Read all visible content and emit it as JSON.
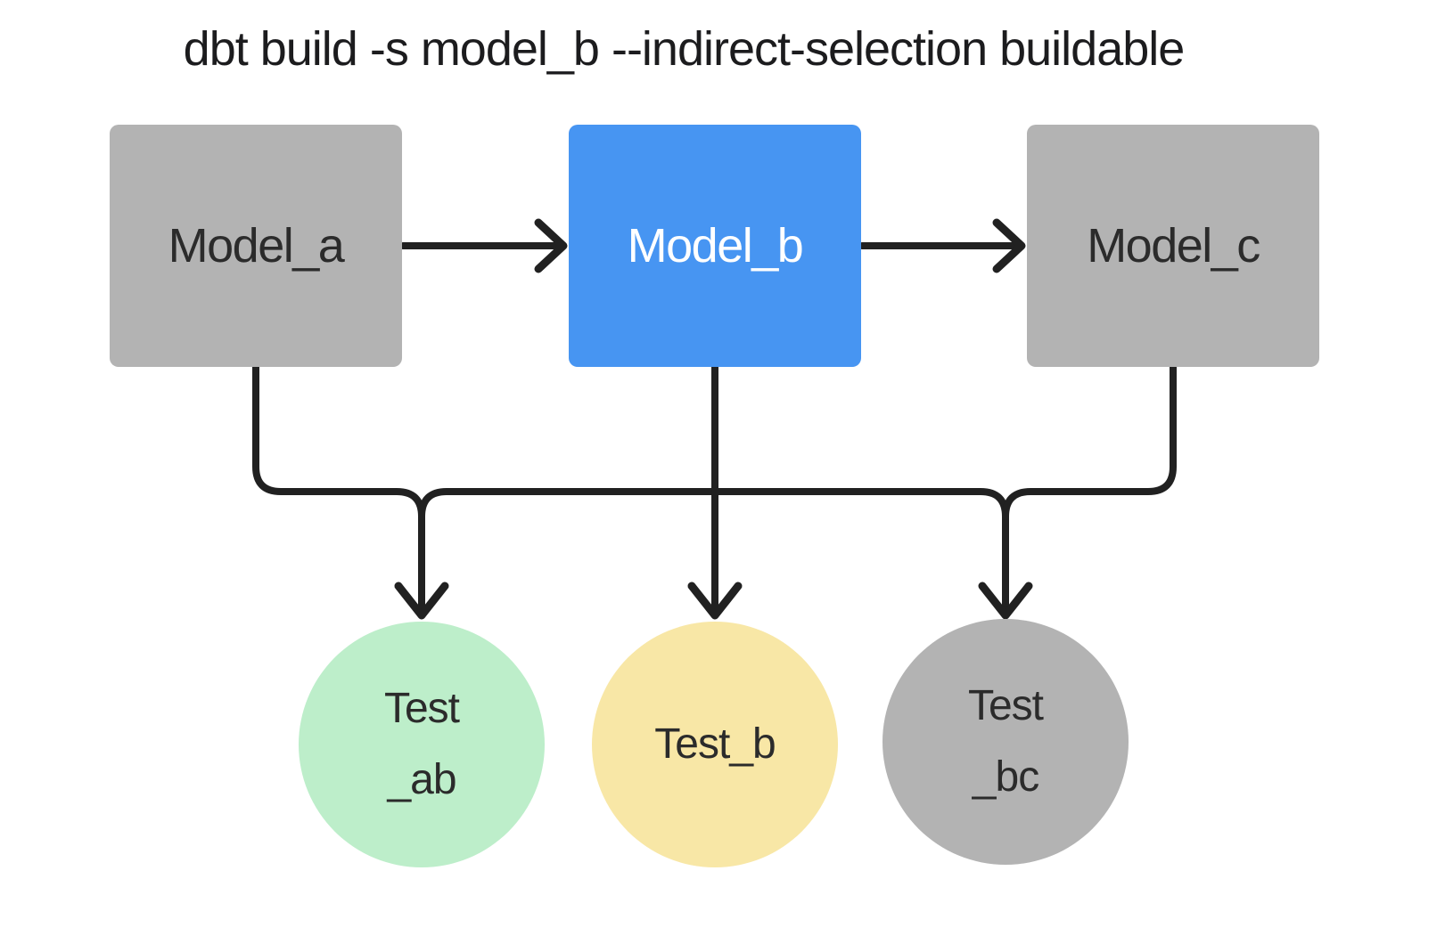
{
  "title": "dbt build -s model_b --indirect-selection buildable",
  "palette": {
    "background": "#ffffff",
    "edge": "#212121",
    "title_text": "#1c1c1e",
    "node_text_dark": "#2b2b2b",
    "node_text_light": "#ffffff",
    "model_default_fill": "#b3b3b3",
    "model_selected_fill": "#4795f2",
    "test_ab_fill": "#bdeeca",
    "test_b_fill": "#f8e7a6",
    "test_bc_fill": "#b3b3b3"
  },
  "nodes": {
    "models": [
      {
        "id": "model_a",
        "label": "Model_a",
        "selected": false
      },
      {
        "id": "model_b",
        "label": "Model_b",
        "selected": true
      },
      {
        "id": "model_c",
        "label": "Model_c",
        "selected": false
      }
    ],
    "tests": [
      {
        "id": "test_ab",
        "lines": [
          "Test",
          "_ab"
        ]
      },
      {
        "id": "test_b",
        "lines": [
          "Test_b"
        ]
      },
      {
        "id": "test_bc",
        "lines": [
          "Test",
          "_bc"
        ]
      }
    ]
  },
  "edges": [
    {
      "from": "model_a",
      "to": "model_b"
    },
    {
      "from": "model_b",
      "to": "model_c"
    },
    {
      "from": "model_a",
      "to": "test_ab"
    },
    {
      "from": "model_b",
      "to": "test_ab"
    },
    {
      "from": "model_b",
      "to": "test_b"
    },
    {
      "from": "model_b",
      "to": "test_bc"
    },
    {
      "from": "model_c",
      "to": "test_bc"
    }
  ]
}
